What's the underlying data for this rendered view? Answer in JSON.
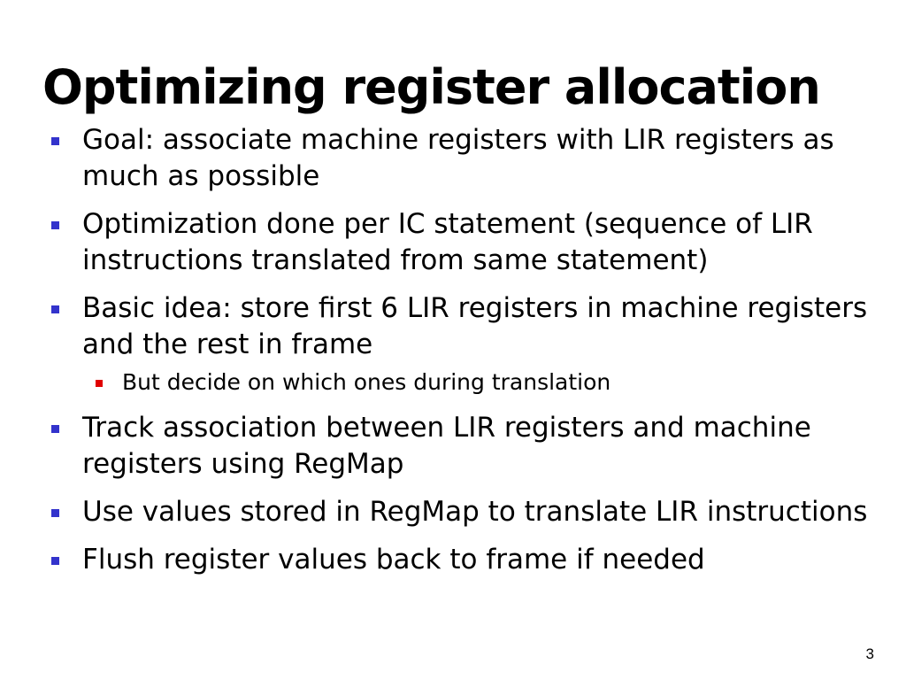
{
  "slide": {
    "title": "Optimizing register allocation",
    "page_number": "3",
    "colors": {
      "bullet_level1": "#3333cc",
      "bullet_level2": "#e00000",
      "text": "#000000",
      "background": "#ffffff"
    },
    "bullets": [
      {
        "text": "Goal: associate machine registers with LIR registers as much as possible"
      },
      {
        "text": "Optimization done per IC statement (sequence of LIR instructions translated from same statement)"
      },
      {
        "text": "Basic idea: store first 6 LIR registers in machine registers and the rest in frame",
        "sub": [
          {
            "text": "But decide on which ones during translation"
          }
        ]
      },
      {
        "text": "Track association between LIR registers and machine registers using RegMap"
      },
      {
        "text": "Use values stored in RegMap to translate LIR instructions"
      },
      {
        "text": "Flush register values back to frame if needed"
      }
    ]
  }
}
